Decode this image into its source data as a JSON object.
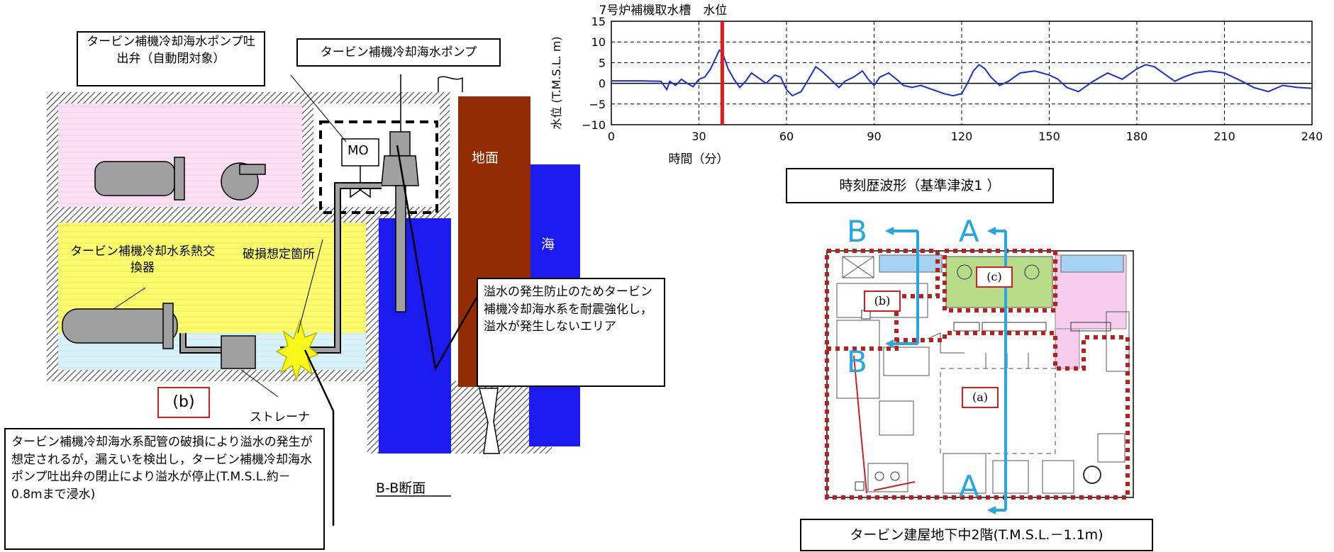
{
  "colors": {
    "pink": "#fbe1f3",
    "yellow": "#fcfc6e",
    "light_blue": "#d9f1f8",
    "ground_brown": "#932c05",
    "sea_blue": "#1b1bef",
    "equipment_gray": "#a0a0a0",
    "accent_red": "#e31b1b",
    "accent_cyan": "#27a7e0",
    "waveform_blue": "#1a2fd8"
  },
  "section": {
    "label_valve": "タービン補機冷却海水ポンプ吐出弁（自動閉対象）",
    "label_pump": "タービン補機冷却海水ポンプ",
    "label_mo": "MO",
    "label_ground": "地面",
    "label_sea": "海",
    "label_exchanger": "タービン補機冷却水系熱交換器",
    "label_damage": "破損想定箇所",
    "label_b": "(b)",
    "label_strainer": "ストレーナ",
    "note_seismic": "溢水の発生防止のためタービン補機冷却海水系を耐震強化し，溢水が発生しないエリア",
    "note_leak": "タービン補機冷却海水系配管の破損により溢水の発生が想定されるが，漏えいを検出し，タービン補機冷却海水ポンプ吐出弁の閉止により溢水が停止(T.M.S.L.約－0.8mまで浸水)",
    "caption": "B-B断面"
  },
  "chart_caption": "時刻歴波形（基準津波1 ）",
  "plan": {
    "label_a_top": "A",
    "label_a_bottom": "A",
    "label_b_top": "B",
    "label_b_bottom": "B",
    "ref_a": "(a)",
    "ref_b": "(b)",
    "ref_c": "(c)",
    "caption": "タービン建屋地下中2階(T.M.S.L.－1.1m)"
  },
  "chart_data": {
    "type": "line",
    "title": "7号炉補機取水槽　水位",
    "xlabel": "時間（分）",
    "ylabel": "水位 (T.M.S.L. m)",
    "xlim": [
      0,
      240
    ],
    "ylim": [
      -10,
      15
    ],
    "xticks": [
      0,
      30,
      60,
      90,
      120,
      150,
      180,
      210,
      240
    ],
    "yticks": [
      15,
      10,
      5,
      0,
      -5,
      -10
    ],
    "grid": true,
    "marker_x": 38,
    "series": [
      {
        "x": [
          0,
          5,
          10,
          17,
          19,
          20,
          22,
          24,
          26,
          28,
          30,
          32,
          34,
          36,
          37,
          38,
          40,
          42,
          44,
          46,
          48,
          50,
          53,
          56,
          58,
          60,
          62,
          65,
          68,
          70,
          72,
          75,
          78,
          80,
          83,
          86,
          88,
          90,
          92,
          95,
          98,
          100,
          103,
          106,
          110,
          114,
          117,
          120,
          122,
          124,
          126,
          128,
          130,
          133,
          136,
          140,
          145,
          150,
          153,
          156,
          160,
          165,
          170,
          175,
          180,
          183,
          186,
          188,
          190,
          193,
          196,
          200,
          205,
          210,
          213,
          216,
          220,
          225,
          230,
          235,
          240
        ],
        "y": [
          0.6,
          0.6,
          0.6,
          0.5,
          -1.5,
          0.5,
          -0.5,
          1.0,
          0.0,
          -0.8,
          1.0,
          1.5,
          3.5,
          6.5,
          8.0,
          7.5,
          3.5,
          1.0,
          -1.0,
          0.5,
          2.5,
          1.5,
          0.0,
          2.0,
          1.5,
          -1.5,
          -3.0,
          -2.0,
          1.5,
          4.0,
          3.0,
          1.0,
          -1.0,
          0.5,
          1.5,
          3.0,
          1.0,
          -0.5,
          1.5,
          2.5,
          0.8,
          -0.5,
          -1.0,
          -0.5,
          -1.5,
          -2.5,
          -3.0,
          -2.5,
          0.0,
          3.0,
          4.5,
          3.5,
          1.5,
          -0.5,
          0.5,
          2.5,
          3.0,
          2.0,
          1.0,
          -1.0,
          -2.0,
          0.5,
          2.5,
          1.0,
          3.5,
          4.5,
          4.0,
          3.0,
          2.0,
          0.5,
          1.5,
          2.5,
          3.0,
          2.5,
          1.5,
          0.5,
          -1.0,
          -2.0,
          -0.5,
          -1.0,
          -1.2
        ]
      }
    ]
  }
}
